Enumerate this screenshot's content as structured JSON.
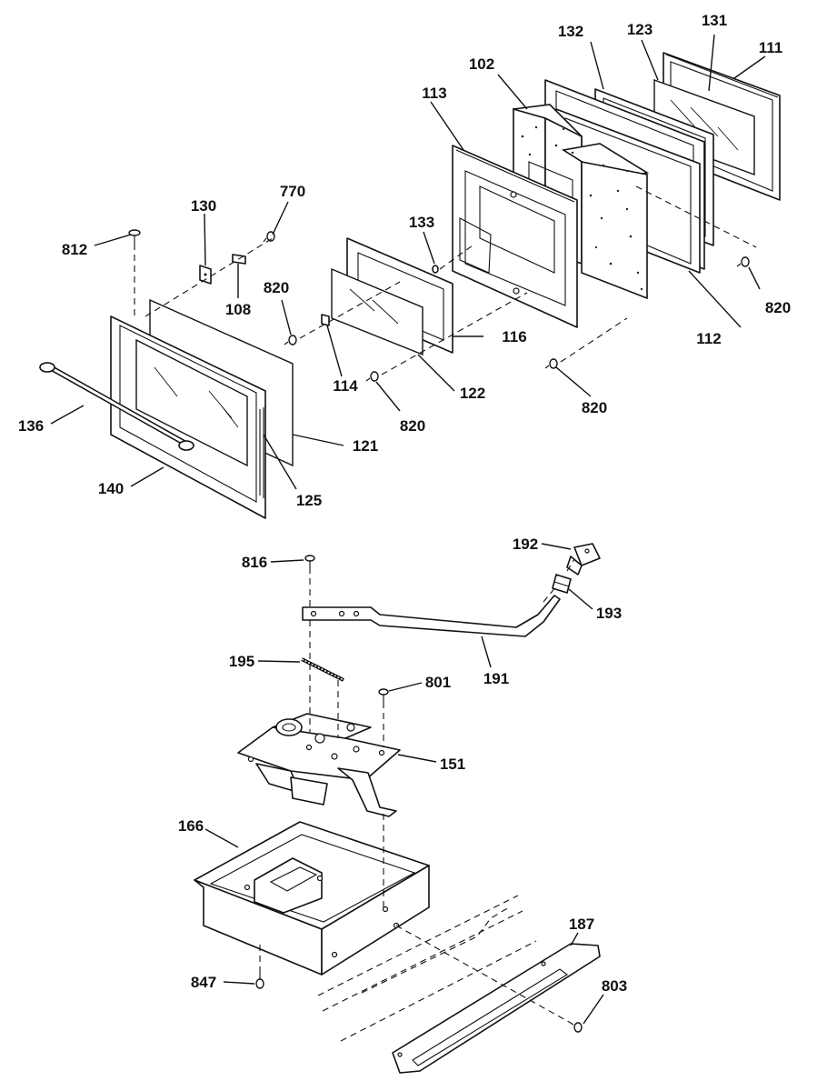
{
  "callouts": [
    {
      "id": "111",
      "text": "111"
    },
    {
      "id": "131",
      "text": "131"
    },
    {
      "id": "123",
      "text": "123"
    },
    {
      "id": "132",
      "text": "132"
    },
    {
      "id": "102",
      "text": "102"
    },
    {
      "id": "113",
      "text": "113"
    },
    {
      "id": "770",
      "text": "770"
    },
    {
      "id": "130",
      "text": "130"
    },
    {
      "id": "812",
      "text": "812"
    },
    {
      "id": "133",
      "text": "133"
    },
    {
      "id": "820a",
      "text": "820"
    },
    {
      "id": "108",
      "text": "108"
    },
    {
      "id": "820b",
      "text": "820"
    },
    {
      "id": "112",
      "text": "112"
    },
    {
      "id": "116",
      "text": "116"
    },
    {
      "id": "114",
      "text": "114"
    },
    {
      "id": "122",
      "text": "122"
    },
    {
      "id": "820c",
      "text": "820"
    },
    {
      "id": "820d",
      "text": "820"
    },
    {
      "id": "136",
      "text": "136"
    },
    {
      "id": "121",
      "text": "121"
    },
    {
      "id": "140",
      "text": "140"
    },
    {
      "id": "125",
      "text": "125"
    },
    {
      "id": "192",
      "text": "192"
    },
    {
      "id": "816",
      "text": "816"
    },
    {
      "id": "193",
      "text": "193"
    },
    {
      "id": "191",
      "text": "191"
    },
    {
      "id": "195",
      "text": "195"
    },
    {
      "id": "801",
      "text": "801"
    },
    {
      "id": "151",
      "text": "151"
    },
    {
      "id": "166",
      "text": "166"
    },
    {
      "id": "187",
      "text": "187"
    },
    {
      "id": "847",
      "text": "847"
    },
    {
      "id": "803",
      "text": "803"
    }
  ]
}
